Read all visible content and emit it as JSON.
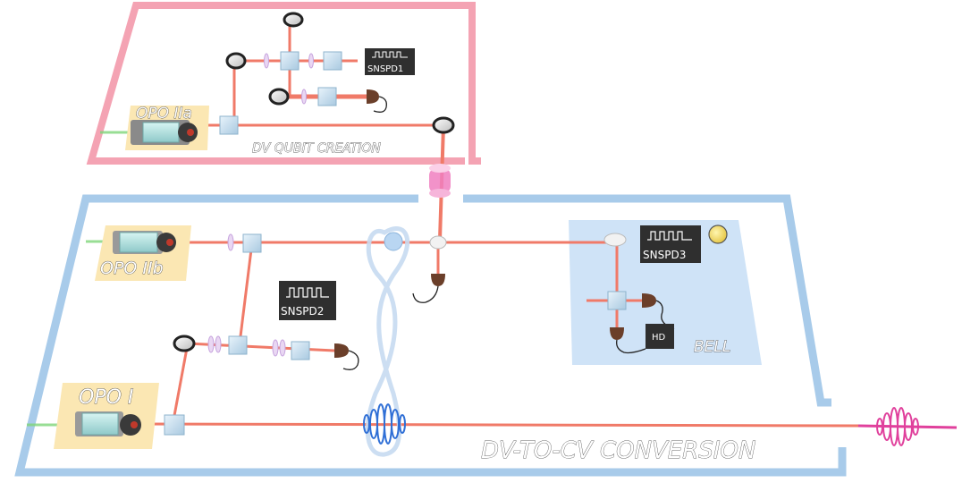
{
  "sections": {
    "dv_qubit": {
      "label": "DV QUBIT CREATION",
      "color": "#f4a3b3"
    },
    "conversion": {
      "label": "DV-TO-CV CONVERSION",
      "color": "#a8cbea"
    },
    "bell": {
      "label": "BELL",
      "color": "#cfe3f7"
    }
  },
  "sources": {
    "opo_2a": "OPO IIa",
    "opo_2b": "OPO IIb",
    "opo_1": "OPO I"
  },
  "detectors": {
    "snspd1": "SNSPD1",
    "snspd2": "SNSPD2",
    "snspd3": "SNSPD3",
    "hd": "HD"
  },
  "colors": {
    "beam": "#f07a68",
    "pump": "#7fd67a",
    "source_pad": "#fbe7b3",
    "detector_box": "#2f2f2f",
    "photodiode": "#6b3f2a",
    "cv_wavepacket": "#e0409c",
    "dv_wavepacket": "#2f6fd6"
  }
}
